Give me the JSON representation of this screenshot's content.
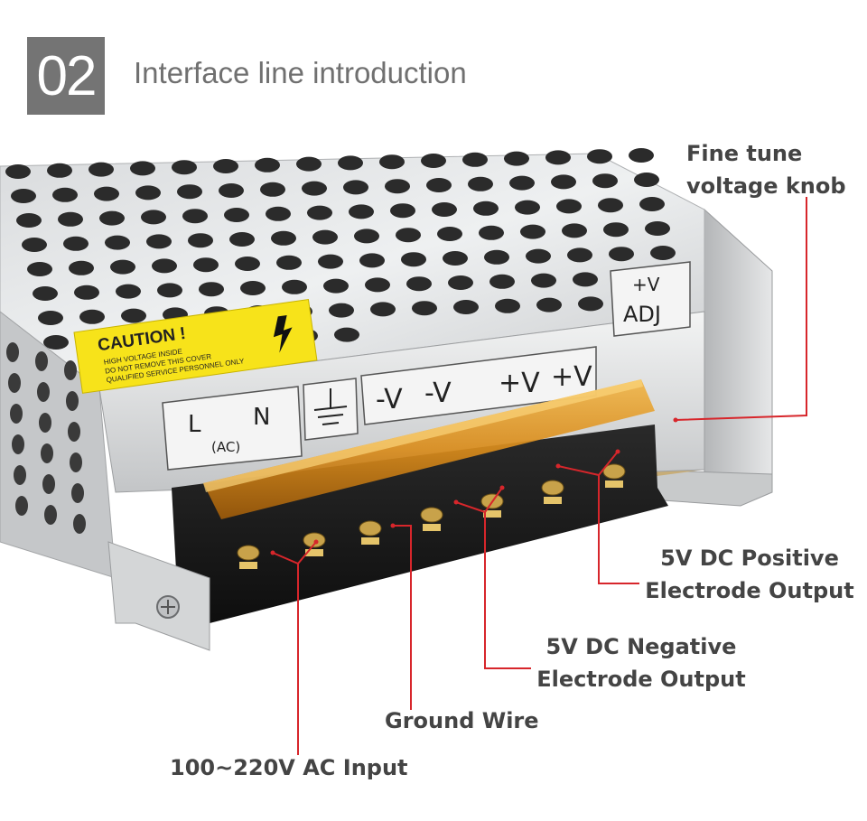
{
  "header": {
    "number": "02",
    "title": "Interface line introduction"
  },
  "device": {
    "caution": {
      "title": "CAUTION !",
      "lines": [
        "HIGH VOLTAGE INSIDE",
        "DO NOT REMOVE THIS COVER",
        "QUALIFIED SERVICE PERSONNEL ONLY"
      ]
    },
    "terminal_labels": {
      "live": "L",
      "neutral": "N",
      "ac": "(AC)",
      "minus_v": "-V",
      "plus_v": "+V",
      "adj_top": "+V",
      "adj_bottom": "ADJ"
    }
  },
  "callouts": {
    "fine_tune": [
      "Fine tune",
      "voltage knob"
    ],
    "positive": [
      "5V DC Positive",
      "Electrode Output"
    ],
    "negative": [
      "5V DC Negative",
      "Electrode Output"
    ],
    "ground": "Ground Wire",
    "ac_input": "100~220V AC Input"
  },
  "colors": {
    "leader_line": "#d7262b",
    "callout_text": "#444444",
    "badge": "#747474",
    "caution_label": "#f7e31a"
  }
}
